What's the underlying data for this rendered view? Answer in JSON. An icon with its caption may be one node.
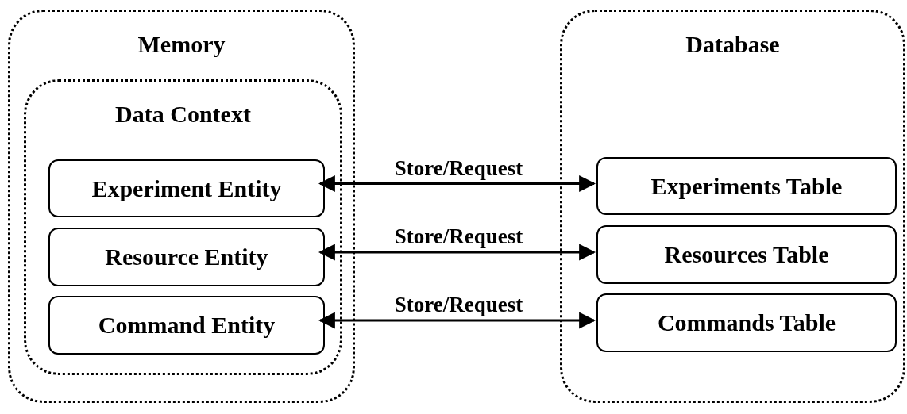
{
  "diagram": {
    "nodes": [
      {
        "text": [
          "Memory"
        ]
      },
      {
        "text": [
          "Data Context"
        ],
        "in": 0
      },
      {
        "text": [
          "Experiment Entity"
        ],
        "in": 1
      },
      {
        "text": [
          "Resource Entity"
        ],
        "in": 1
      },
      {
        "text": [
          "Command Entity"
        ],
        "in": 1
      },
      {
        "text": [
          "Database"
        ]
      },
      {
        "text": [
          "Experiments Table"
        ],
        "in": 5
      },
      {
        "text": [
          "Resources Table"
        ],
        "in": 5
      },
      {
        "text": [
          "Commands Table"
        ],
        "in": 5
      }
    ],
    "edges": [
      {
        "from": 2,
        "to": 6,
        "arrow": "both",
        "label": "Store/Request"
      },
      {
        "from": 3,
        "to": 7,
        "arrow": "both",
        "label": "Store/Request"
      },
      {
        "from": 4,
        "to": 8,
        "arrow": "both",
        "label": "Store/Request"
      }
    ]
  }
}
